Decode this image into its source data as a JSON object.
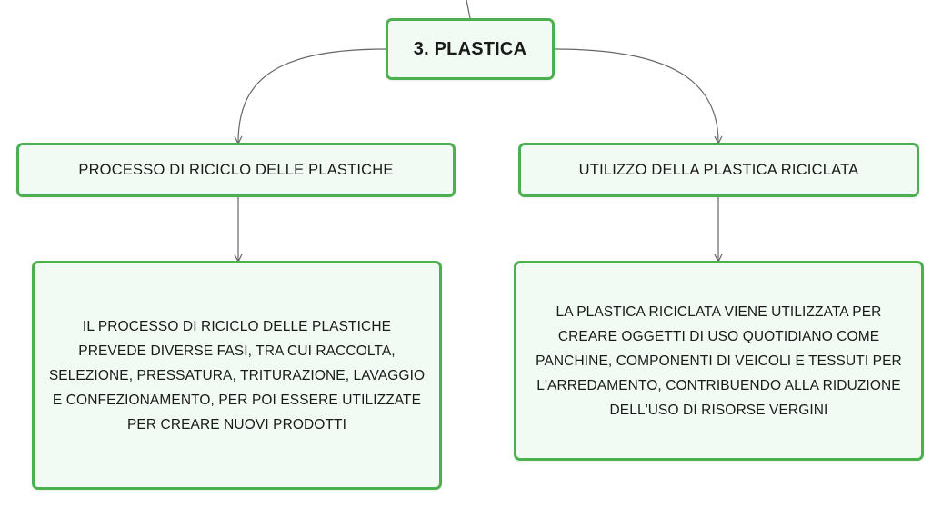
{
  "root": {
    "label": "3. PLASTICA"
  },
  "branches": [
    {
      "label": "PROCESSO DI RICICLO DELLE PLASTICHE",
      "detail_lines": [
        "IL PROCESSO DI RICICLO DELLE PLASTICHE",
        "PREVEDE DIVERSE FASI, TRA CUI RACCOLTA,",
        "SELEZIONE, PRESSATURA, TRITURAZIONE, LAVAGGIO",
        "E CONFEZIONAMENTO, PER POI ESSERE UTILIZZATE",
        "PER CREARE NUOVI PRODOTTI"
      ]
    },
    {
      "label": "UTILIZZO DELLA PLASTICA RICICLATA",
      "detail_lines": [
        "LA PLASTICA RICICLATA VIENE UTILIZZATA PER",
        "CREARE OGGETTI DI USO QUOTIDIANO COME",
        "PANCHINE, COMPONENTI DI VEICOLI E TESSUTI PER",
        "L'ARREDAMENTO, CONTRIBUENDO ALLA RIDUZIONE",
        "DELL'USO DI RISORSE VERGINI"
      ]
    }
  ],
  "colors": {
    "node_border": "#4caf50",
    "node_fill": "#f2fbf3",
    "connector": "#666666"
  }
}
